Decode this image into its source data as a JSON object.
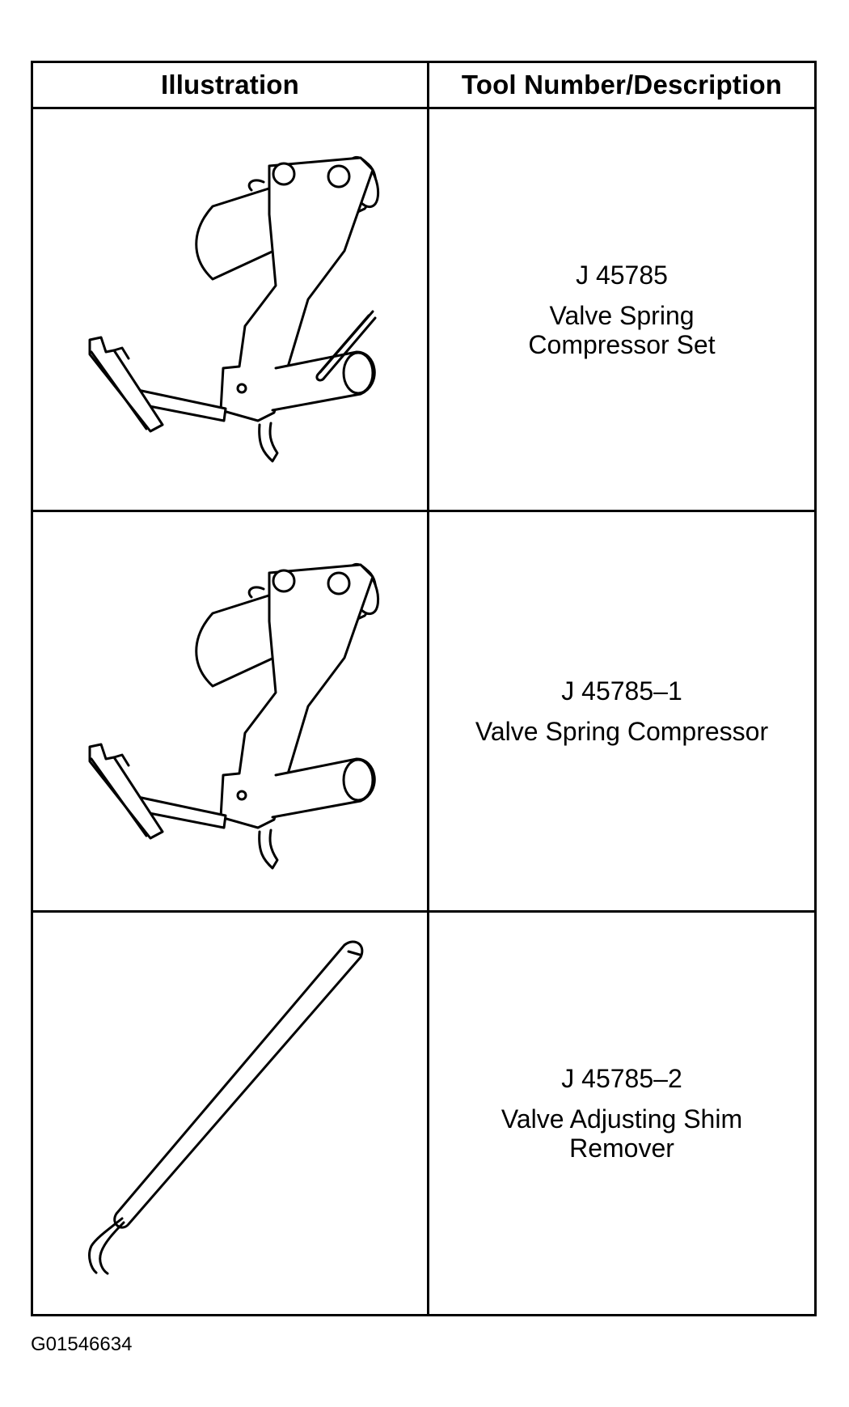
{
  "table": {
    "headers": {
      "illustration": "Illustration",
      "description": "Tool Number/Description"
    },
    "rows": [
      {
        "tool_number": "J 45785",
        "desc_line1": "Valve Spring",
        "desc_line2": "Compressor Set",
        "illustration": "valve-spring-compressor-set"
      },
      {
        "tool_number": "J 45785–1",
        "desc_line1": "Valve Spring Compressor",
        "desc_line2": "",
        "illustration": "valve-spring-compressor"
      },
      {
        "tool_number": "J 45785–2",
        "desc_line1": "Valve Adjusting Shim",
        "desc_line2": "Remover",
        "illustration": "valve-adjusting-shim-remover"
      }
    ]
  },
  "figure_id": "G01546634"
}
